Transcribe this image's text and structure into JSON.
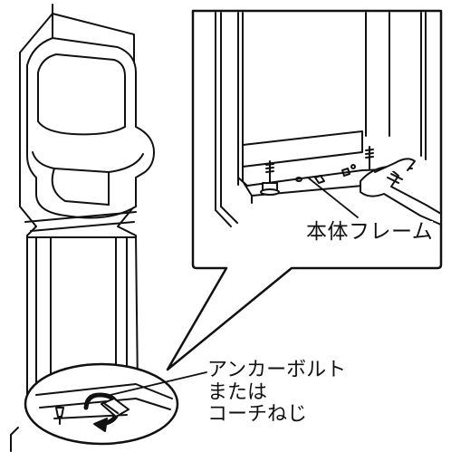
{
  "labels": {
    "frame": "本体フレーム",
    "anchor_lines": [
      "アンカーボルト",
      "または",
      "コーチねじ"
    ]
  },
  "icons": [
    "main-body-frame-icon",
    "water-tank-icon",
    "wrench-icon",
    "anchor-bolt-icon",
    "rotation-arrow-icon"
  ],
  "colors": {
    "line": "#111111",
    "fill": "#ffffff",
    "shade": "#e6e6e6"
  }
}
